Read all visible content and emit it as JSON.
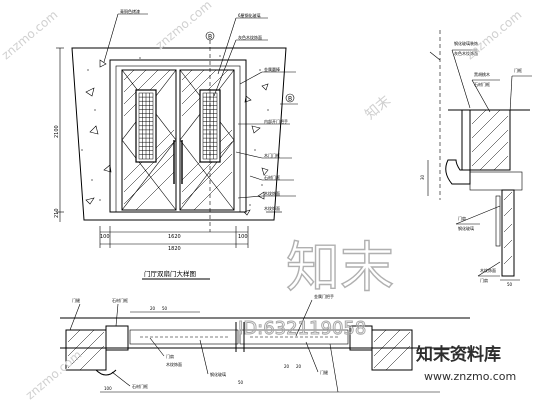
{
  "title": "门厅双扇门大样图",
  "watermark": {
    "big": "知末",
    "id": "ID:632119058",
    "brand": "知末资料库",
    "url": "www.znzmo.com",
    "small": "znzmo.com",
    "color": "#b8b8b8"
  },
  "elevation": {
    "dims_bottom": [
      "100",
      "1620",
      "100"
    ],
    "dim_total": "1820",
    "dims_left": [
      "2100",
      "210"
    ],
    "marks": [
      "B",
      "B"
    ],
    "annotations": [
      "青铜色烤漆",
      "6厘钢化玻璃",
      "灰色木纹饰面",
      "金属圆棒",
      "内部开门把手",
      "木门门框",
      "石材门框",
      "木纹饰面",
      "木纹饰面"
    ]
  },
  "section": {
    "annotations": [
      "钢化玻璃装饰",
      "灰色木纹饰面",
      "黑胡桃木",
      "石材门框",
      "门框",
      "门扇",
      "钢化玻璃",
      "木纹饰面",
      "门扇",
      "铝合金",
      "灰色木纹饰面"
    ],
    "dims": [
      "30",
      "50"
    ]
  },
  "plan": {
    "annotations": [
      "门缝",
      "石材门框",
      "门扇",
      "木纹饰面",
      "钢化玻璃",
      "金属门把手",
      "石材门框",
      "门缝"
    ],
    "dims": [
      "20",
      "50",
      "100",
      "20",
      "50",
      "20"
    ]
  }
}
